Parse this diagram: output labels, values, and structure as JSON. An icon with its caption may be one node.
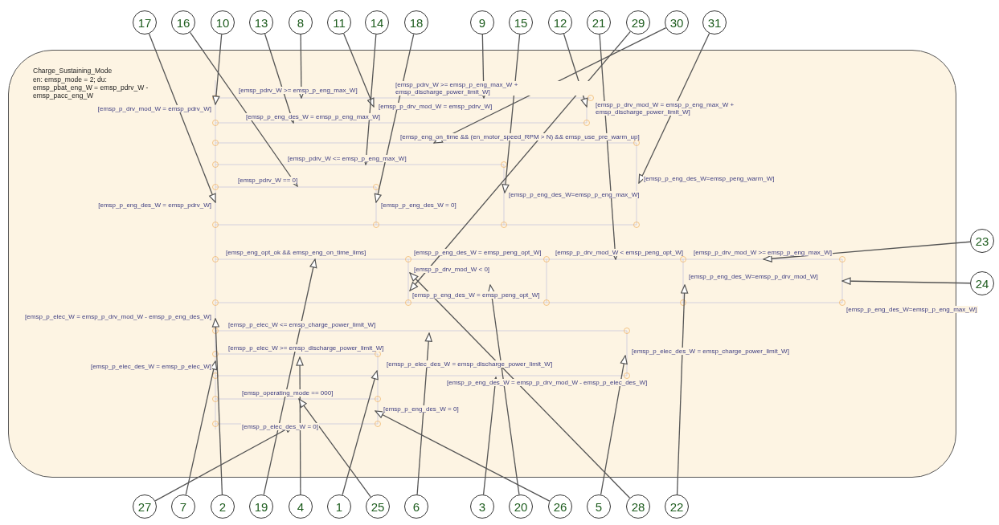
{
  "diagram": {
    "nodes": [
      {
        "text": [
          "Charge_Sustaining_Mode",
          "en: emsp_mode = 2; du: emsp_pbat_eng_W = emsp_pdrv_W - emsp_pacc_eng_W"
        ]
      },
      {
        "text": [
          "17"
        ]
      },
      {
        "text": [
          "16"
        ]
      },
      {
        "text": [
          "10"
        ]
      },
      {
        "text": [
          "13"
        ]
      },
      {
        "text": [
          "8"
        ]
      },
      {
        "text": [
          "11"
        ]
      },
      {
        "text": [
          "14"
        ]
      },
      {
        "text": [
          "18"
        ]
      },
      {
        "text": [
          "9"
        ]
      },
      {
        "text": [
          "15"
        ]
      },
      {
        "text": [
          "12"
        ]
      },
      {
        "text": [
          "21"
        ]
      },
      {
        "text": [
          "29"
        ]
      },
      {
        "text": [
          "30"
        ]
      },
      {
        "text": [
          "31"
        ]
      },
      {
        "text": [
          "23"
        ]
      },
      {
        "text": [
          "24"
        ]
      },
      {
        "text": [
          "27"
        ]
      },
      {
        "text": [
          "7"
        ]
      },
      {
        "text": [
          "2"
        ]
      },
      {
        "text": [
          "19"
        ]
      },
      {
        "text": [
          "4"
        ]
      },
      {
        "text": [
          "1"
        ]
      },
      {
        "text": [
          "25"
        ]
      },
      {
        "text": [
          "6"
        ]
      },
      {
        "text": [
          "3"
        ]
      },
      {
        "text": [
          "20"
        ]
      },
      {
        "text": [
          "26"
        ]
      },
      {
        "text": [
          "5"
        ]
      },
      {
        "text": [
          "28"
        ]
      },
      {
        "text": [
          "22"
        ]
      }
    ],
    "edges": [
      {
        "from": 1,
        "to": 0,
        "arrow": "to"
      },
      {
        "from": 2,
        "to": 0,
        "arrow": "to"
      },
      {
        "from": 3,
        "to": 0,
        "arrow": "to"
      },
      {
        "from": 4,
        "to": 0,
        "arrow": "to"
      },
      {
        "from": 5,
        "to": 0,
        "arrow": "to"
      },
      {
        "from": 6,
        "to": 0,
        "arrow": "to"
      },
      {
        "from": 7,
        "to": 0,
        "arrow": "to"
      },
      {
        "from": 8,
        "to": 0,
        "arrow": "to"
      },
      {
        "from": 9,
        "to": 0,
        "arrow": "to"
      },
      {
        "from": 10,
        "to": 0,
        "arrow": "to"
      },
      {
        "from": 11,
        "to": 0,
        "arrow": "to"
      },
      {
        "from": 12,
        "to": 0,
        "arrow": "to"
      },
      {
        "from": 13,
        "to": 0,
        "arrow": "to"
      },
      {
        "from": 14,
        "to": 0,
        "arrow": "to"
      },
      {
        "from": 15,
        "to": 0,
        "arrow": "to"
      },
      {
        "from": 16,
        "to": 0,
        "arrow": "to"
      },
      {
        "from": 17,
        "to": 0,
        "arrow": "to"
      },
      {
        "from": 18,
        "to": 0,
        "arrow": "to"
      },
      {
        "from": 19,
        "to": 0,
        "arrow": "to"
      },
      {
        "from": 20,
        "to": 0,
        "arrow": "to"
      },
      {
        "from": 21,
        "to": 0,
        "arrow": "to"
      },
      {
        "from": 22,
        "to": 0,
        "arrow": "to"
      },
      {
        "from": 23,
        "to": 0,
        "arrow": "to"
      },
      {
        "from": 24,
        "to": 0,
        "arrow": "to"
      },
      {
        "from": 25,
        "to": 0,
        "arrow": "to"
      },
      {
        "from": 26,
        "to": 0,
        "arrow": "to"
      },
      {
        "from": 27,
        "to": 0,
        "arrow": "to"
      },
      {
        "from": 28,
        "to": 0,
        "arrow": "to"
      },
      {
        "from": 29,
        "to": 0,
        "arrow": "to"
      },
      {
        "from": 30,
        "to": 0,
        "arrow": "to"
      },
      {
        "from": 31,
        "to": 0,
        "arrow": "to"
      }
    ],
    "labels": [
      "[emsp_pdrv_W >= emsp_p_eng_max_W]",
      "[emsp_pdrv_W >= emsp_p_eng_max_W + emsp_discharge_power_limit_W]",
      "[emsp_p_drv_mod_W = emsp_pdrv_W]",
      "[emsp_p_drv_mod_W = emsp_pdrv_W]",
      "[emsp_p_drv_mod_W = emsp_p_eng_max_W + emsp_discharge_power_limit_W]",
      "[emsp_p_eng_des_W = emsp_p_eng_max_W]",
      "[emsp_eng_on_time && (en_motor_speed_RPM > N) && emsp_use_pre_warm_up]",
      "[emsp_pdrv_W <= emsp_p_eng_max_W]",
      "[emsp_pdrv_W == 0]",
      "[emsp_p_eng_des_W=emsp_peng_warm_W]",
      "[emsp_p_eng_des_W=emsp_p_eng_max_W]",
      "[emsp_p_eng_des_W = emsp_pdrv_W]",
      "[emsp_p_eng_des_W = 0]",
      "[emsp_eng_opt_ok && emsp_eng_on_time_lims]",
      "[emsp_p_eng_des_W = emsp_peng_opt_W]",
      "[emsp_p_drv_mod_W < emsp_peng_opt_W]",
      "[emsp_p_drv_mod_W >= emsp_p_eng_max_W]",
      "[emsp_p_drv_mod_W < 0]",
      "[emsp_p_eng_des_W=emsp_p_drv_mod_W]",
      "[emsp_p_eng_des_W=emsp_p_eng_max_W]",
      "[emsp_p_eng_des_W = emsp_peng_opt_W]",
      "[emsp_p_elec_W = emsp_p_drv_mod_W - emsp_p_eng_des_W]",
      "[emsp_p_elec_W <= emsp_charge_power_limit_W]",
      "[emsp_p_elec_W >= emsp_discharge_power_limit_W]",
      "[emsp_p_elec_des_W = emsp_charge_power_limit_W]",
      "[emsp_p_elec_des_W = emsp_p_elec_W]",
      "[emsp_p_elec_des_W = emsp_discharge_power_limit_W]",
      "[emsp_p_eng_des_W = emsp_p_drv_mod_W - emsp_p_elec_des_W]",
      "[emsp_operating_mode == 000]",
      "[emsp_p_eng_des_W = 0]",
      "[emsp_p_elec_des_W = 0]"
    ]
  }
}
